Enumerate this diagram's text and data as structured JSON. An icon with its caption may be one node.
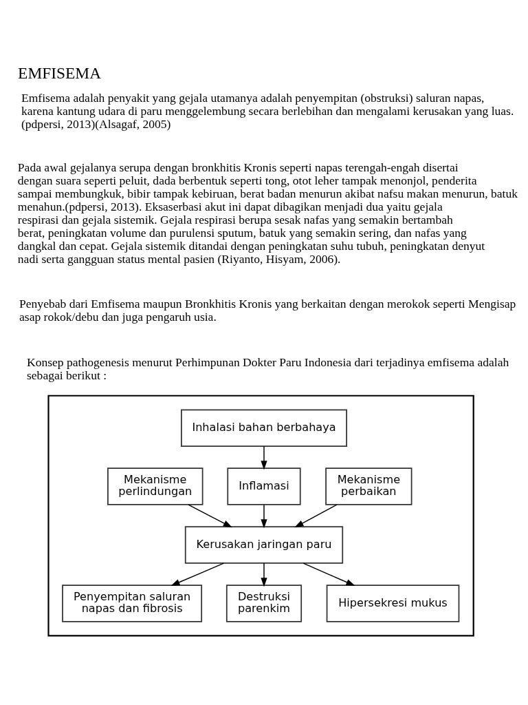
{
  "diagram": {
    "title": "EMFISEMA",
    "nodes": [
      {
        "text": [],
        "shape": "box"
      },
      {
        "text": [
          "Inhalasi bahan berbahaya"
        ],
        "in": 0
      },
      {
        "text": [
          "Inflamasi"
        ],
        "in": 0
      },
      {
        "text": [
          "Mekanisme perlindungan"
        ],
        "in": 0
      },
      {
        "text": [
          "Mekanisme perbaikan"
        ],
        "in": 0
      },
      {
        "text": [
          "Kerusakan jaringan paru"
        ],
        "in": 0
      },
      {
        "text": [
          "Penyempitan saluran napas dan fibrosis"
        ],
        "in": 0
      },
      {
        "text": [
          "Destruksi parenkim"
        ],
        "in": 0
      },
      {
        "text": [
          "Hipersekresi mukus"
        ],
        "in": 0
      }
    ],
    "edges": [
      {
        "from": 1,
        "to": 2,
        "arrow": "to"
      },
      {
        "from": 2,
        "to": 5,
        "arrow": "to"
      },
      {
        "from": 3,
        "to": 5,
        "arrow": "to"
      },
      {
        "from": 4,
        "to": 5,
        "arrow": "to"
      },
      {
        "from": 5,
        "to": 6,
        "arrow": "to"
      },
      {
        "from": 5,
        "to": 7,
        "arrow": "to"
      },
      {
        "from": 5,
        "to": 8,
        "arrow": "to"
      }
    ],
    "labels": [
      "Emfisema adalah penyakit yang gejala utamanya adalah penyempitan (obstruksi) saluran napas, karena kantung udara di paru menggelembung secara berlebihan dan mengalami kerusakan yang luas. (pdpersi, 2013)(Alsagaf, 2005)",
      "Pada awal gejalanya serupa dengan bronkhitis Kronis seperti napas terengah-engah disertai dengan suara seperti peluit, dada berbentuk seperti tong, otot leher tampak menonjol, penderita sampai membungkuk, bibir tampak kebiruan, berat badan menurun akibat nafsu makan menurun, batuk menahun.(pdpersi, 2013). Eksaserbasi akut ini dapat dibagikan menjadi dua yaitu gejala respirasi dan gejala sistemik. Gejala respirasi berupa sesak nafas yang semakin bertambah berat, peningkatan volume dan purulensi sputum, batuk yang semakin sering, dan nafas yang dangkal dan cepat. Gejala sistemik ditandai dengan peningkatan suhu tubuh, peningkatan denyut nadi serta gangguan status mental pasien (Riyanto, Hisyam, 2006).",
      "Penyebab dari Emfisema maupun Bronkhitis Kronis yang berkaitan dengan merokok seperti Mengisap asap rokok/debu dan juga pengaruh usia.",
      "Konsep pathogenesis menurut Perhimpunan Dokter Paru Indonesia dari terjadinya emfisema adalah sebagai berikut :"
    ]
  }
}
